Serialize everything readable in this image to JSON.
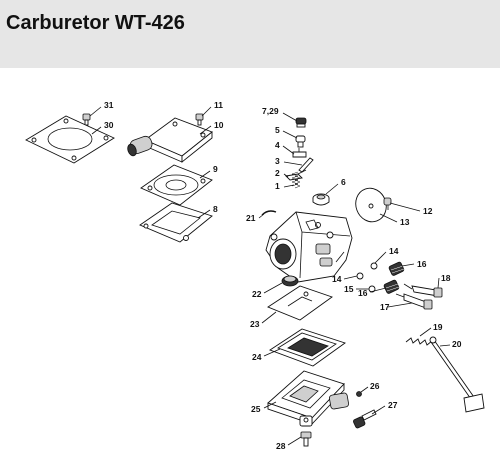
{
  "title": "Carburetor WT-426",
  "callouts": {
    "c31": "31",
    "c30": "30",
    "c11": "11",
    "c10": "10",
    "c9": "9",
    "c8": "8",
    "c729": "7,29",
    "c5": "5",
    "c4": "4",
    "c3": "3",
    "c2": "2",
    "c1": "1",
    "c6": "6",
    "c21": "21",
    "c12": "12",
    "c13": "13",
    "c14a": "14",
    "c14b": "14",
    "c16a": "16",
    "c15": "15",
    "c16b": "16",
    "c18": "18",
    "c17": "17",
    "c22": "22",
    "c23": "23",
    "c24": "24",
    "c19": "19",
    "c20": "20",
    "c26": "26",
    "c25": "25",
    "c27": "27",
    "c28": "28"
  }
}
